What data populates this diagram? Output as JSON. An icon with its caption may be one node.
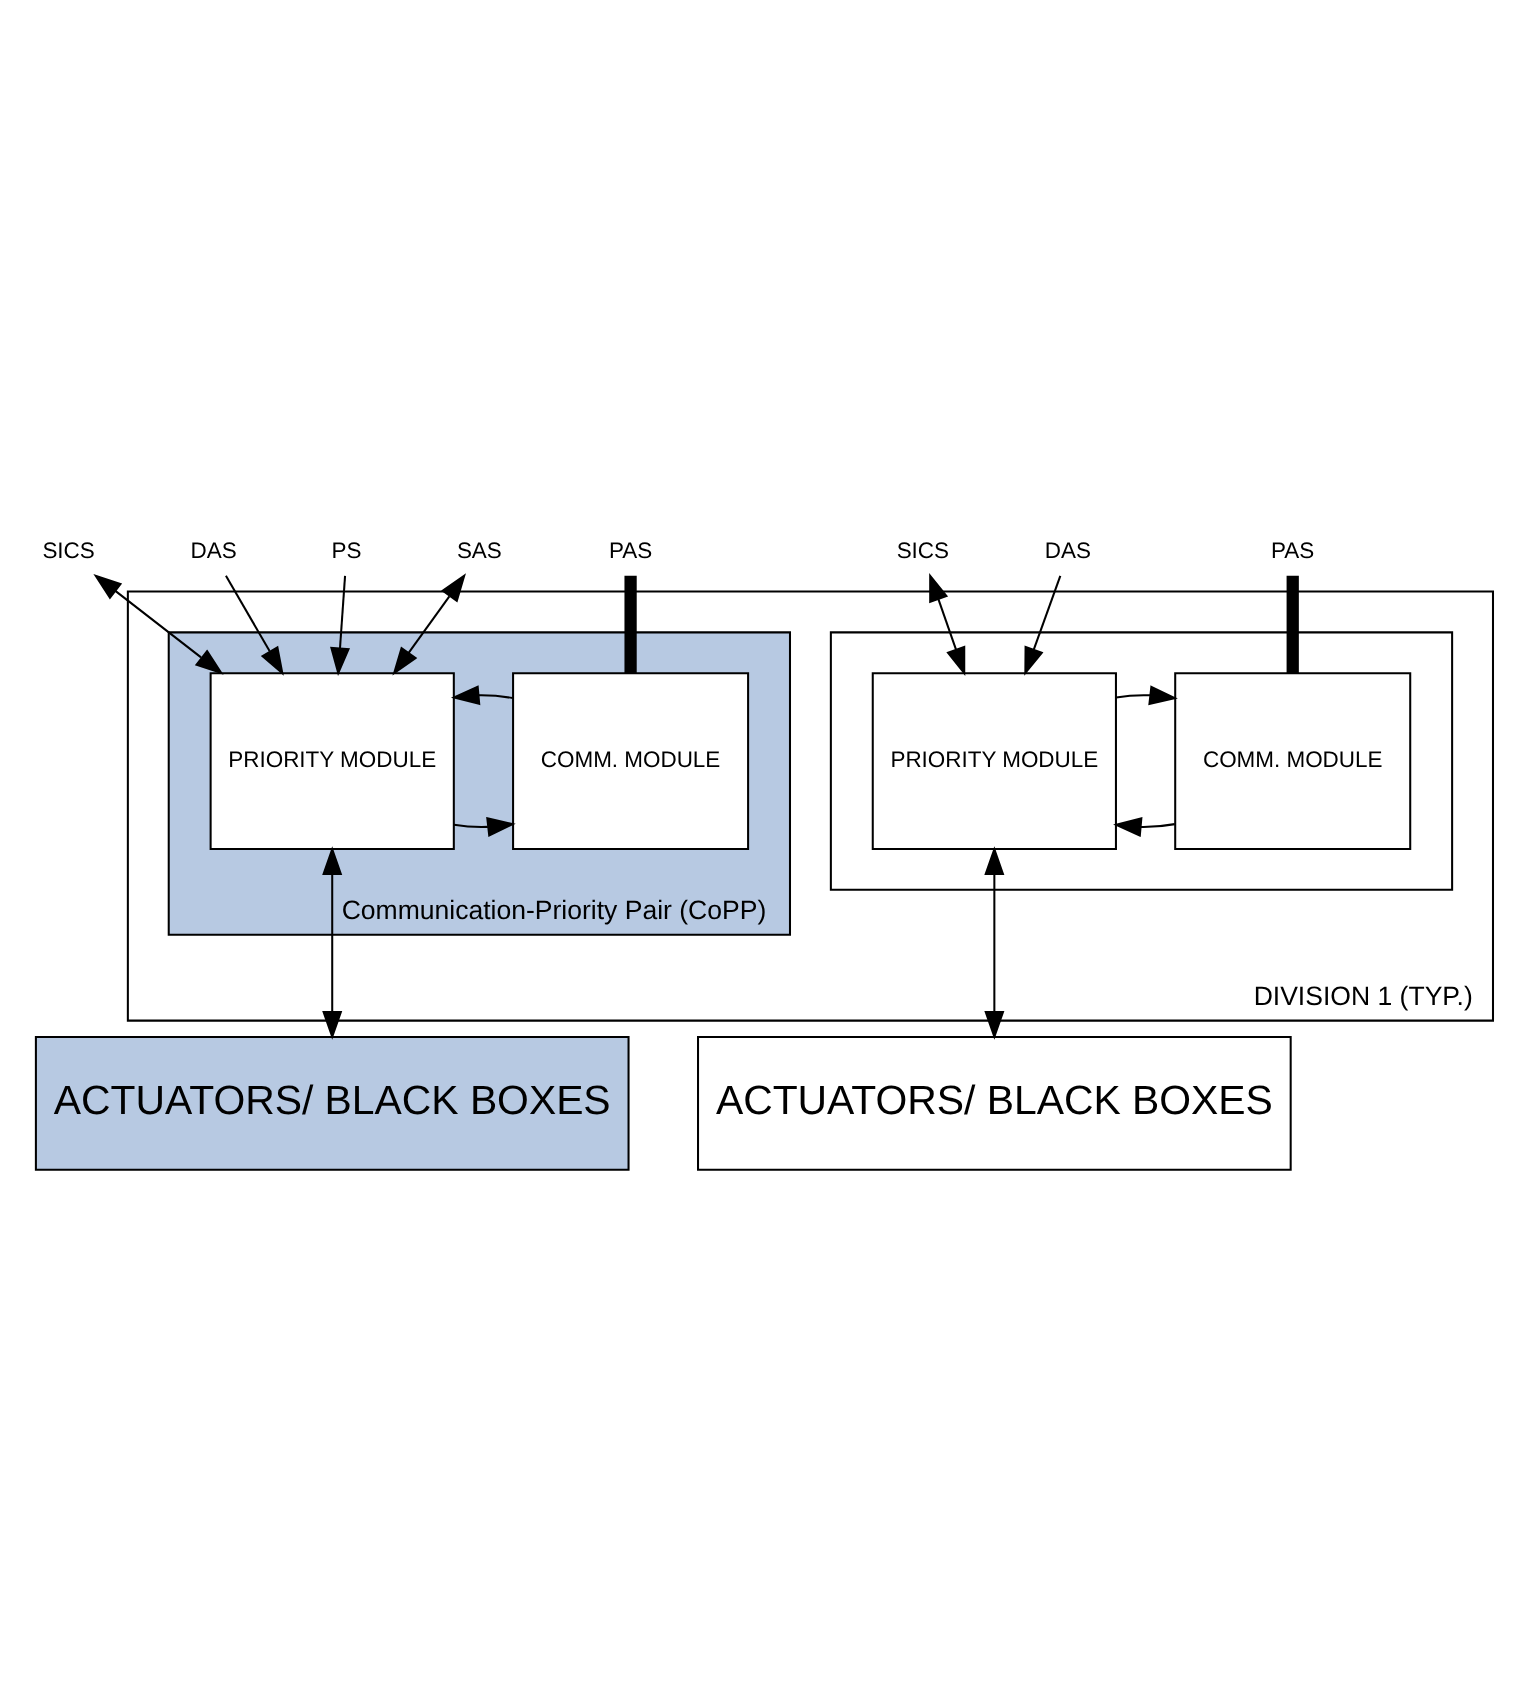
{
  "diagram": {
    "nodes": [
      {
        "text": [
          "DIVISION 1 (TYP.)"
        ]
      },
      {
        "text": [
          "Communication-Priority Pair (CoPP)"
        ],
        "in": 0
      },
      {
        "text": [
          "PRIORITY MODULE"
        ],
        "in": 1
      },
      {
        "text": [
          "COMM. MODULE"
        ],
        "in": 1
      },
      {
        "text": [],
        "shape": "box",
        "in": 0
      },
      {
        "text": [
          "PRIORITY MODULE"
        ],
        "in": 4
      },
      {
        "text": [
          "COMM. MODULE"
        ],
        "in": 4
      },
      {
        "text": [
          "ACTUATORS/ BLACK BOXES"
        ]
      },
      {
        "text": [
          "ACTUATORS/ BLACK BOXES"
        ]
      },
      {
        "text": [
          "SICS"
        ]
      },
      {
        "text": [
          "DAS"
        ]
      },
      {
        "text": [
          "PS"
        ]
      },
      {
        "text": [
          "SAS"
        ]
      },
      {
        "text": [
          "PAS"
        ]
      },
      {
        "text": [
          "SICS"
        ]
      },
      {
        "text": [
          "DAS"
        ]
      },
      {
        "text": [
          "PAS"
        ]
      }
    ],
    "edges": [
      {
        "from": 9,
        "to": 2,
        "arrow": "both"
      },
      {
        "from": 10,
        "to": 2,
        "arrow": "to"
      },
      {
        "from": 11,
        "to": 2,
        "arrow": "to"
      },
      {
        "from": 12,
        "to": 2,
        "arrow": "both"
      },
      {
        "from": 13,
        "to": 3,
        "arrow": "none",
        "style": "thick"
      },
      {
        "from": 2,
        "to": 3,
        "arrow": "to"
      },
      {
        "from": 3,
        "to": 2,
        "arrow": "to"
      },
      {
        "from": 2,
        "to": 7,
        "arrow": "both"
      },
      {
        "from": 14,
        "to": 5,
        "arrow": "both"
      },
      {
        "from": 15,
        "to": 5,
        "arrow": "to"
      },
      {
        "from": 16,
        "to": 6,
        "arrow": "none",
        "style": "thick"
      },
      {
        "from": 6,
        "to": 5,
        "arrow": "to"
      },
      {
        "from": 5,
        "to": 6,
        "arrow": "to"
      },
      {
        "from": 5,
        "to": 8,
        "arrow": "both"
      }
    ]
  }
}
